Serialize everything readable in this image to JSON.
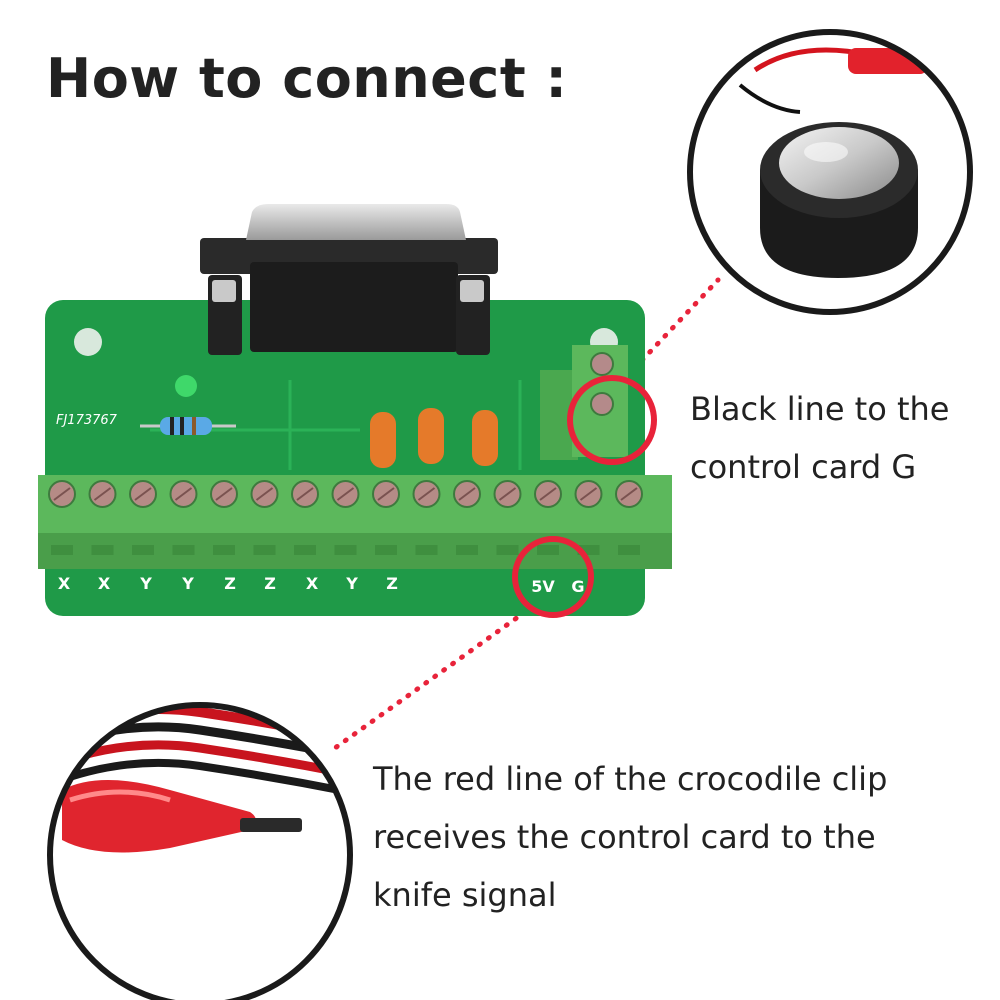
{
  "title": "How to connect :",
  "pcb_code": "FJ173767",
  "terminal_labels": [
    "X",
    "X",
    "Y",
    "Y",
    "Z",
    "Z",
    "X",
    "Y",
    "Z",
    "5V",
    "G"
  ],
  "captions": {
    "black_line": [
      "Black line to the",
      "control card G"
    ],
    "red_line": [
      "The red line of the crocodile clip",
      "receives the control card to the",
      "knife signal"
    ]
  },
  "colors": {
    "pcb": "#1f9a48",
    "terminal": "#5cb85c",
    "highlight": "#e8233a",
    "text": "#222222"
  },
  "icons": [
    "probe-puck-icon",
    "crocodile-clip-icon",
    "db15-connector-icon"
  ]
}
